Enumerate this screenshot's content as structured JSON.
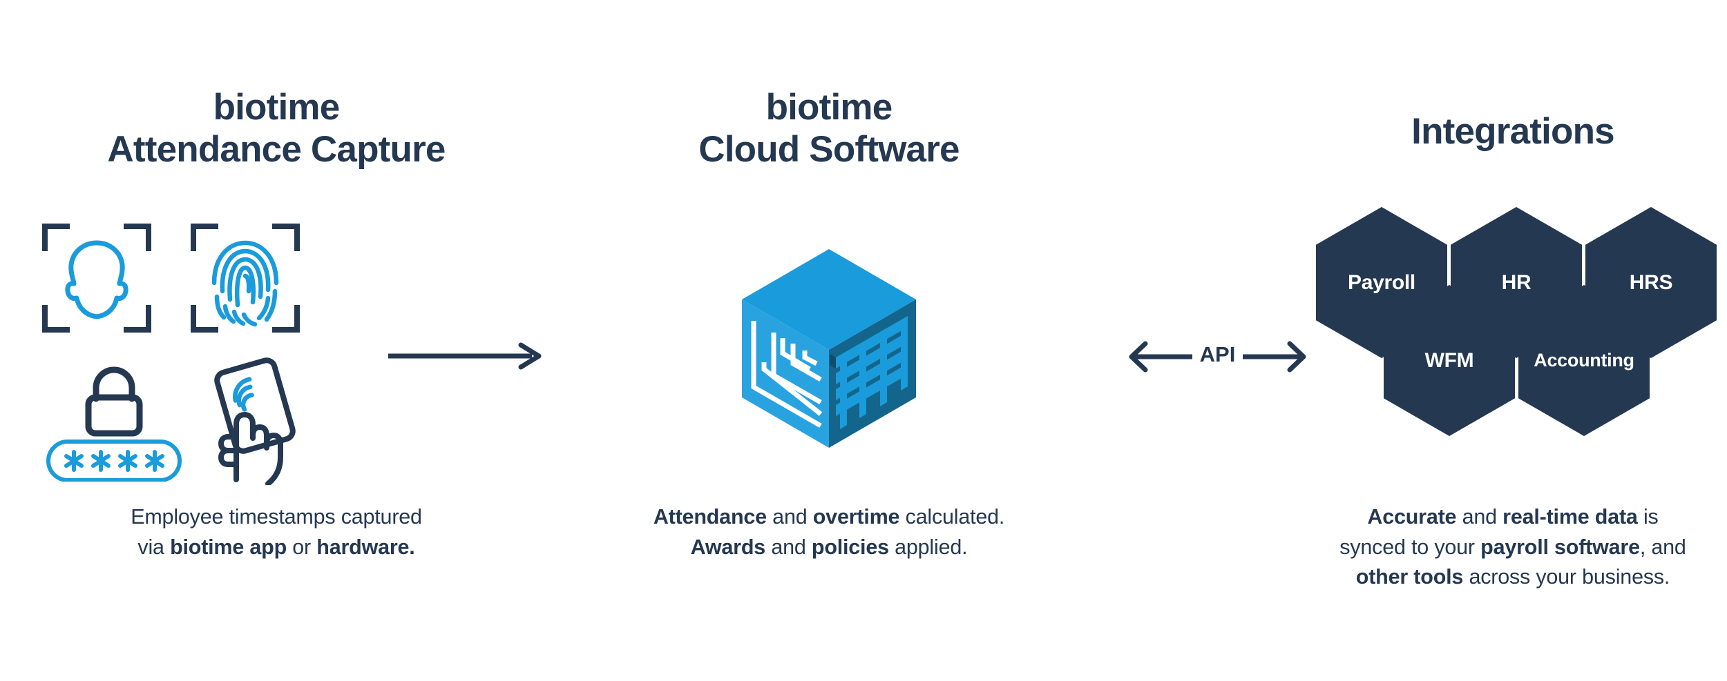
{
  "colors": {
    "navy": "#253851",
    "blue": "#1a9bdc",
    "cube_top": "#1a9bdc",
    "cube_left": "#29a3e0",
    "cube_right": "#14658c",
    "white": "#ffffff"
  },
  "columns": {
    "capture": {
      "heading_line1": "biotime",
      "heading_line2": "Attendance Capture",
      "icons": [
        {
          "name": "face-scan-icon",
          "label": "face scan"
        },
        {
          "name": "fingerprint-scan-icon",
          "label": "fingerprint scan"
        },
        {
          "name": "pin-code-icon",
          "label": "PIN code",
          "pin_mask": "✱✱✱✱"
        },
        {
          "name": "rfid-card-tap-icon",
          "label": "RFID card tap"
        }
      ],
      "caption": {
        "line1_plain": "Employee timestamps captured",
        "line2_prefix": "via ",
        "line2_bold1": "biotime app",
        "line2_mid": " or ",
        "line2_bold2": "hardware."
      }
    },
    "cloud": {
      "heading_line1": "biotime",
      "heading_line2": "Cloud Software",
      "icon": {
        "name": "isometric-cube-icon",
        "label": "cloud software cube"
      },
      "caption": {
        "line1_bold1": "Attendance",
        "line1_mid1": " and ",
        "line1_bold2": "overtime",
        "line1_tail": " calculated.",
        "line2_bold1": "Awards",
        "line2_mid1": " and ",
        "line2_bold2": "policies",
        "line2_tail": " applied."
      }
    },
    "integrations": {
      "heading_line1": "Integrations",
      "hexagons": [
        {
          "label": "Payroll"
        },
        {
          "label": "HR"
        },
        {
          "label": "HRS"
        },
        {
          "label": "WFM"
        },
        {
          "label": "Accounting"
        }
      ],
      "caption": {
        "line1_bold1": "Accurate",
        "line1_mid1": " and ",
        "line1_bold2": "real-time data",
        "line1_tail": " is",
        "line2_prefix": "synced to your ",
        "line2_bold1": "payroll software",
        "line2_tail": ", and",
        "line3_bold1": "other tools",
        "line3_tail": " across your business."
      }
    }
  },
  "connectors": {
    "flow_arrow": {
      "name": "right-arrow",
      "direction": "right"
    },
    "api_arrow": {
      "name": "bidirectional-arrow",
      "label": "API",
      "direction": "both"
    }
  }
}
